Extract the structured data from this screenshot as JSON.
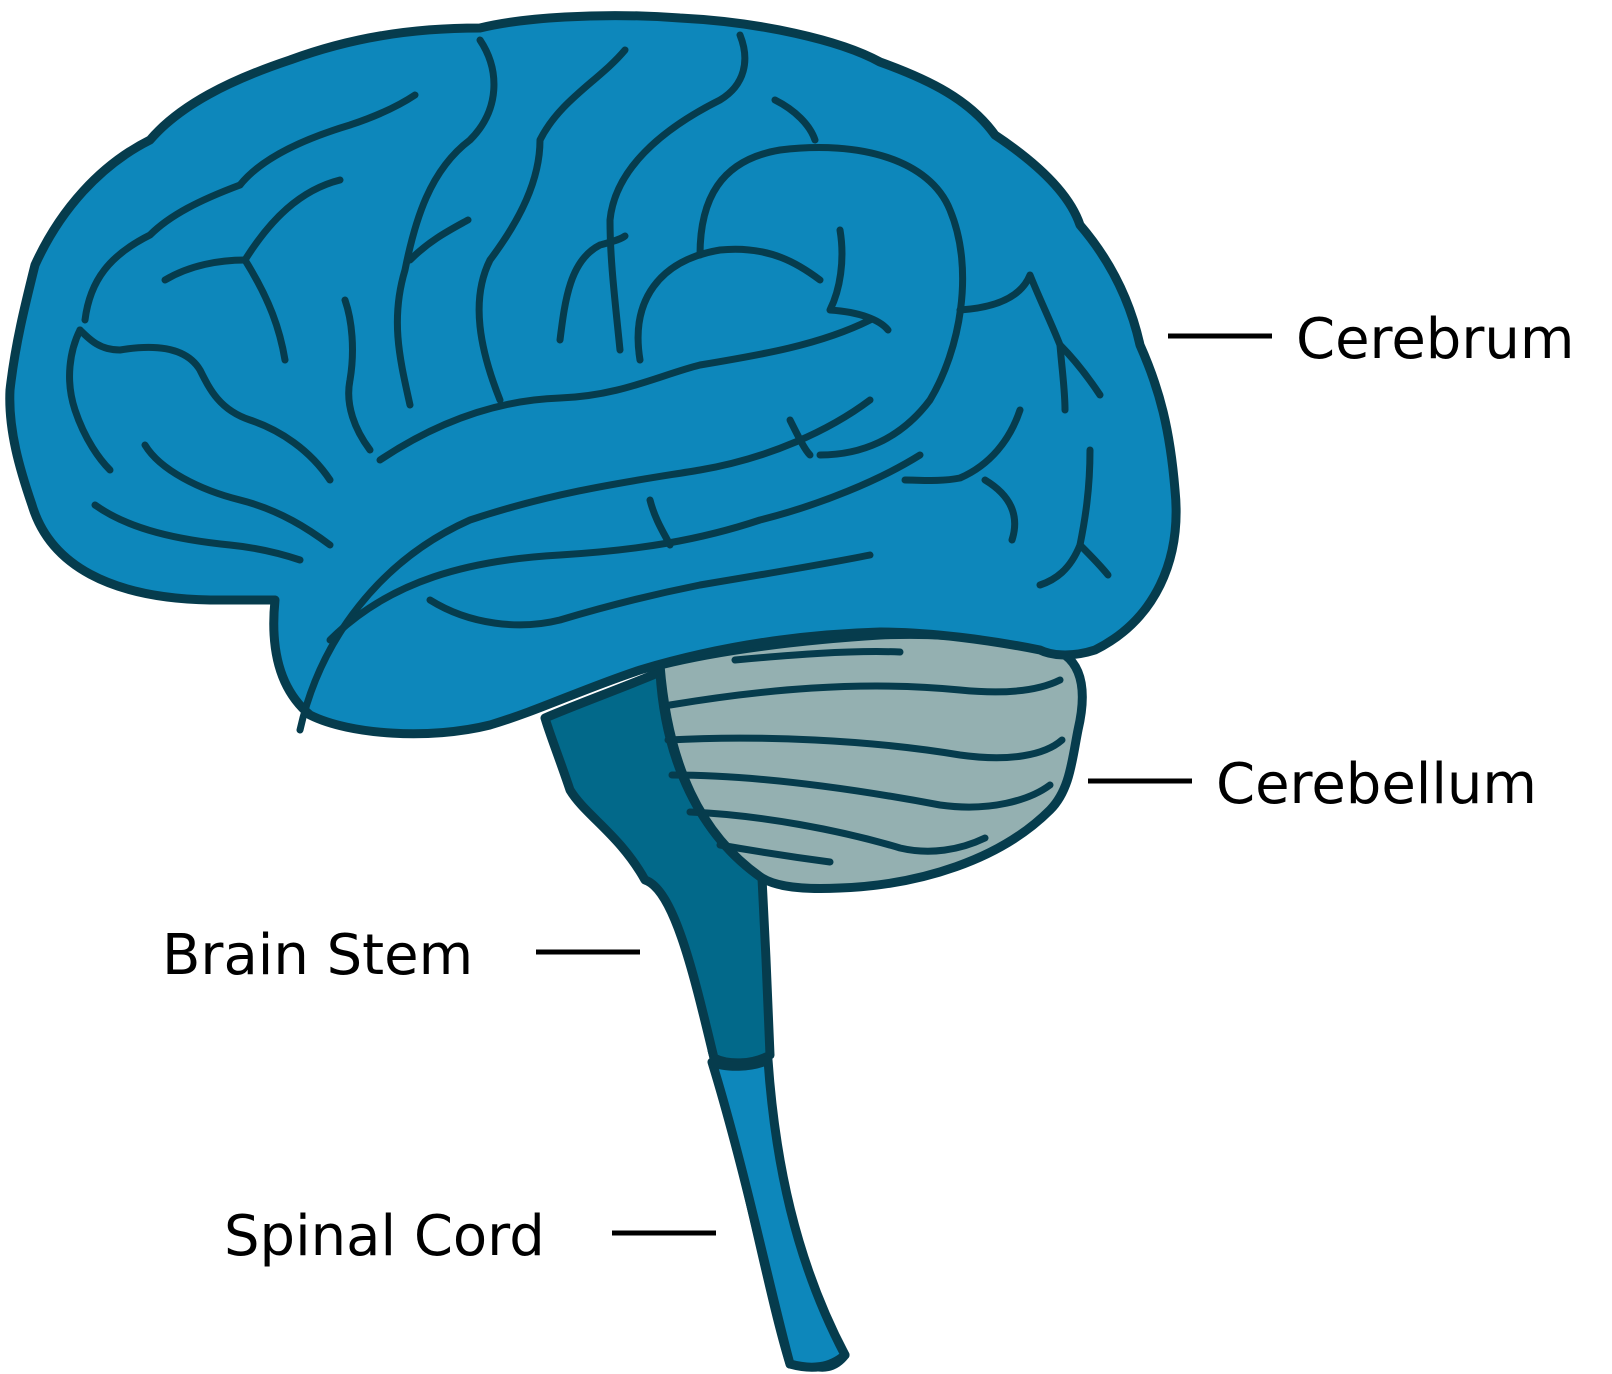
{
  "labels": {
    "cerebrum": "Cerebrum",
    "cerebellum": "Cerebellum",
    "brain_stem": "Brain Stem",
    "spinal_cord": "Spinal Cord"
  },
  "colors": {
    "cerebrum": "#0d87bb",
    "cerebellum": "#94b0b1",
    "brain_stem": "#02698a",
    "spinal_cord": "#0d87bb",
    "outline": "#063c4d",
    "label_text": "#000000"
  }
}
